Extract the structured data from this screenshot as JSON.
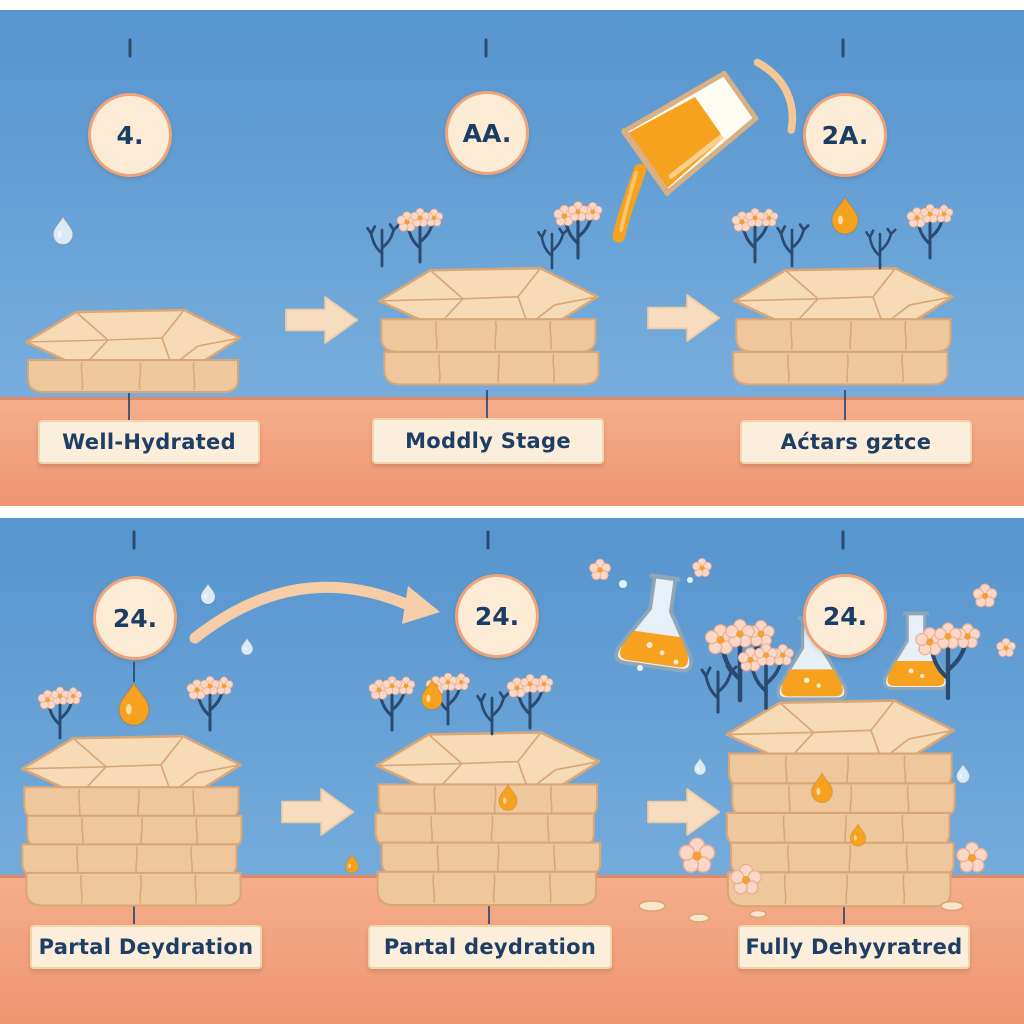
{
  "sections": [
    {
      "name": "top-row",
      "panels": [
        {
          "stage": "4.",
          "label": "Well-Hydrated",
          "icons": [
            "water-drop",
            "flat-soil-slab"
          ]
        },
        {
          "stage": "AA.",
          "label": "Moddly Stage",
          "icons": [
            "pouring-beaker",
            "flowers",
            "soil-slab"
          ]
        },
        {
          "stage": "2A.",
          "label": "Aćtars gztce",
          "icons": [
            "orange-drop",
            "flowers",
            "soil-slab"
          ]
        }
      ]
    },
    {
      "name": "bottom-row",
      "panels": [
        {
          "stage": "24.",
          "label": "Partal Deydration",
          "icons": [
            "orange-drop",
            "curved-arrow",
            "flowers",
            "soil-stack"
          ]
        },
        {
          "stage": "24.",
          "label": "Partal deydration",
          "icons": [
            "orange-drops",
            "flowers",
            "erlenmeyer-flask",
            "soil-stack"
          ]
        },
        {
          "stage": "24.",
          "label": "Fully Dehyyratred",
          "icons": [
            "erlenmeyer-flasks",
            "orange-drops",
            "flowers",
            "tall-soil-stack"
          ]
        }
      ]
    }
  ],
  "colors": {
    "sky": "#5795CE",
    "ground": "#F2A182",
    "stage_circle_fill": "#FCEBD5",
    "stage_circle_border": "#EDA47C",
    "label_bg": "#FBEEDA",
    "text": "#1E3E66",
    "slab_top": "#F7DBB7",
    "slab_side": "#EFC79D",
    "crack": "#D9A678",
    "arrow": "#F8DCC0",
    "liquid_orange": "#F6A21F",
    "water_drop": "#D9EBF9",
    "blossom_petal": "#FAD7C6",
    "blossom_center": "#F2A139"
  }
}
